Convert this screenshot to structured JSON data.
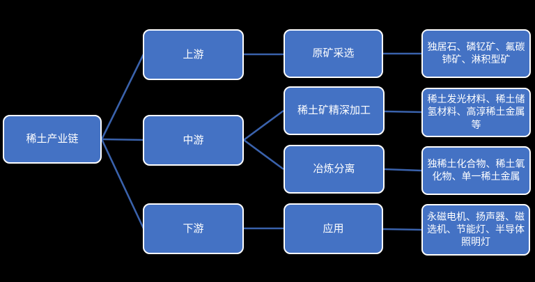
{
  "colors": {
    "background": "#000000",
    "box_fill": "#4472C4",
    "box_border": "#FFFFFF",
    "connector": "#3A62AC",
    "text": "#FFFFFF"
  },
  "nodes": {
    "root": "稀土产业链",
    "upstream": "上游",
    "midstream": "中游",
    "downstream": "下游",
    "mining": "原矿采选",
    "processing": "稀土矿精深加工",
    "smelting": "冶炼分离",
    "application": "应用",
    "mining_output": "独居石、磷钇矿、氟碳铈矿、淋积型矿",
    "processing_output": "稀土发光材料、稀土储氢材料、高淳稀土金属等",
    "smelting_output": "独稀土化合物、稀土氧化物、单一稀土金属",
    "application_output": "永磁电机、扬声器、磁选机、节能灯、半导体照明灯"
  }
}
